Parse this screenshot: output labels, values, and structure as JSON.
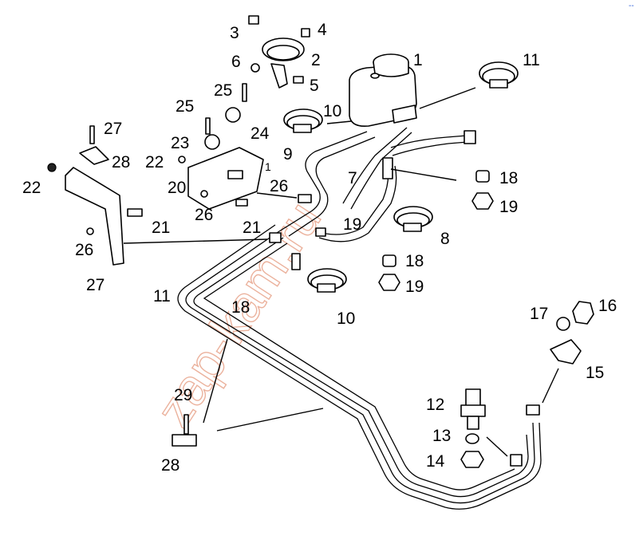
{
  "watermark": "zap-kam.ru",
  "corner_mark": "--",
  "labels": [
    {
      "id": "l1",
      "text": "1"
    },
    {
      "id": "l2",
      "text": "2"
    },
    {
      "id": "l3",
      "text": "3"
    },
    {
      "id": "l4",
      "text": "4"
    },
    {
      "id": "l5",
      "text": "5"
    },
    {
      "id": "l6",
      "text": "6"
    },
    {
      "id": "l7",
      "text": "7"
    },
    {
      "id": "l8",
      "text": "8"
    },
    {
      "id": "l9",
      "text": "9"
    },
    {
      "id": "l10a",
      "text": "10"
    },
    {
      "id": "l10b",
      "text": "10"
    },
    {
      "id": "l11a",
      "text": "11"
    },
    {
      "id": "l11b",
      "text": "11"
    },
    {
      "id": "l12",
      "text": "12"
    },
    {
      "id": "l13",
      "text": "13"
    },
    {
      "id": "l14",
      "text": "14"
    },
    {
      "id": "l15",
      "text": "15"
    },
    {
      "id": "l16",
      "text": "16"
    },
    {
      "id": "l17",
      "text": "17"
    },
    {
      "id": "l18a",
      "text": "18"
    },
    {
      "id": "l18b",
      "text": "18"
    },
    {
      "id": "l18c",
      "text": "18"
    },
    {
      "id": "l19a",
      "text": "19"
    },
    {
      "id": "l19b",
      "text": "19"
    },
    {
      "id": "l19c",
      "text": "19"
    },
    {
      "id": "l20",
      "text": "20"
    },
    {
      "id": "l21a",
      "text": "21"
    },
    {
      "id": "l21b",
      "text": "21"
    },
    {
      "id": "l22a",
      "text": "22"
    },
    {
      "id": "l22b",
      "text": "22"
    },
    {
      "id": "l23",
      "text": "23"
    },
    {
      "id": "l24",
      "text": "24"
    },
    {
      "id": "l25a",
      "text": "25"
    },
    {
      "id": "l25b",
      "text": "25"
    },
    {
      "id": "l26a",
      "text": "26"
    },
    {
      "id": "l26b",
      "text": "26"
    },
    {
      "id": "l26c",
      "text": "26"
    },
    {
      "id": "l27a",
      "text": "27"
    },
    {
      "id": "l27b",
      "text": "27"
    },
    {
      "id": "l28a",
      "text": "28"
    },
    {
      "id": "l28b",
      "text": "28"
    },
    {
      "id": "l29",
      "text": "29"
    },
    {
      "id": "l1b",
      "text": "1"
    }
  ]
}
